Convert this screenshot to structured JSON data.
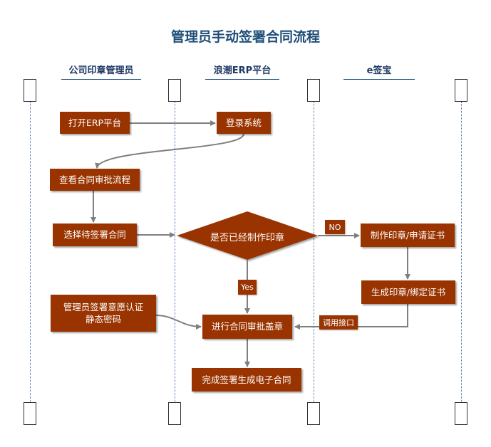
{
  "title": "管理员手动签署合同流程",
  "lanes": [
    "公司印章管理员",
    "浪潮ERP平台",
    "e签宝"
  ],
  "nodes": {
    "open_erp": "打开ERP平台",
    "login": "登录系统",
    "view_flow": "查看合同审批流程",
    "select_contract": "选择待签署合同",
    "decision": "是否已经制作印章",
    "make_seal": "制作印章/申请证书",
    "gen_seal": "生成印章/绑定证书",
    "auth_line1": "管理员签署意愿认证",
    "auth_line2": "静态密码",
    "approve": "进行合同审批盖章",
    "complete": "完成签署生成电子合同"
  },
  "labels": {
    "no": "NO",
    "yes": "Yes",
    "api": "调用接口"
  },
  "colors": {
    "node_fill": "#993300",
    "title": "#1f4e79",
    "arrow": "#7f7f7f"
  }
}
